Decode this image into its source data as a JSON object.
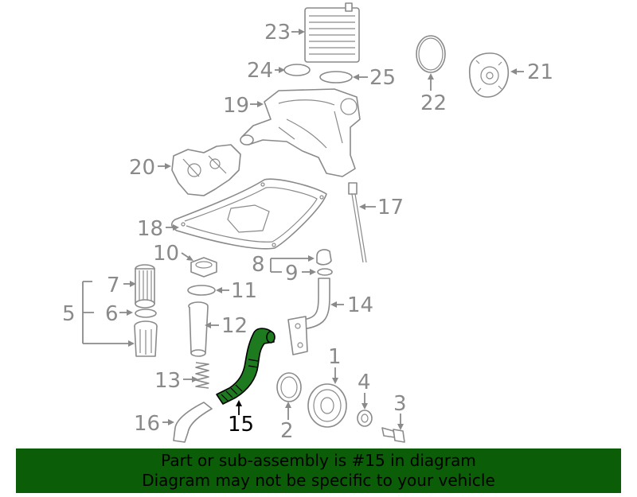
{
  "callouts": {
    "c1": "1",
    "c2": "2",
    "c3": "3",
    "c4": "4",
    "c5": "5",
    "c6": "6",
    "c7": "7",
    "c8": "8",
    "c9": "9",
    "c10": "10",
    "c11": "11",
    "c12": "12",
    "c13": "13",
    "c14": "14",
    "c15": "15",
    "c16": "16",
    "c17": "17",
    "c18": "18",
    "c19": "19",
    "c20": "20",
    "c21": "21",
    "c22": "22",
    "c23": "23",
    "c24": "24",
    "c25": "25"
  },
  "highlighted_part": "15",
  "colors": {
    "highlight": "#1e7a1e",
    "banner": "#0c5d07",
    "part_line": "#8a8a8a"
  },
  "banner": {
    "line1": "Part or sub-assembly is #15 in diagram",
    "line2": "Diagram may not be specific to your vehicle"
  }
}
